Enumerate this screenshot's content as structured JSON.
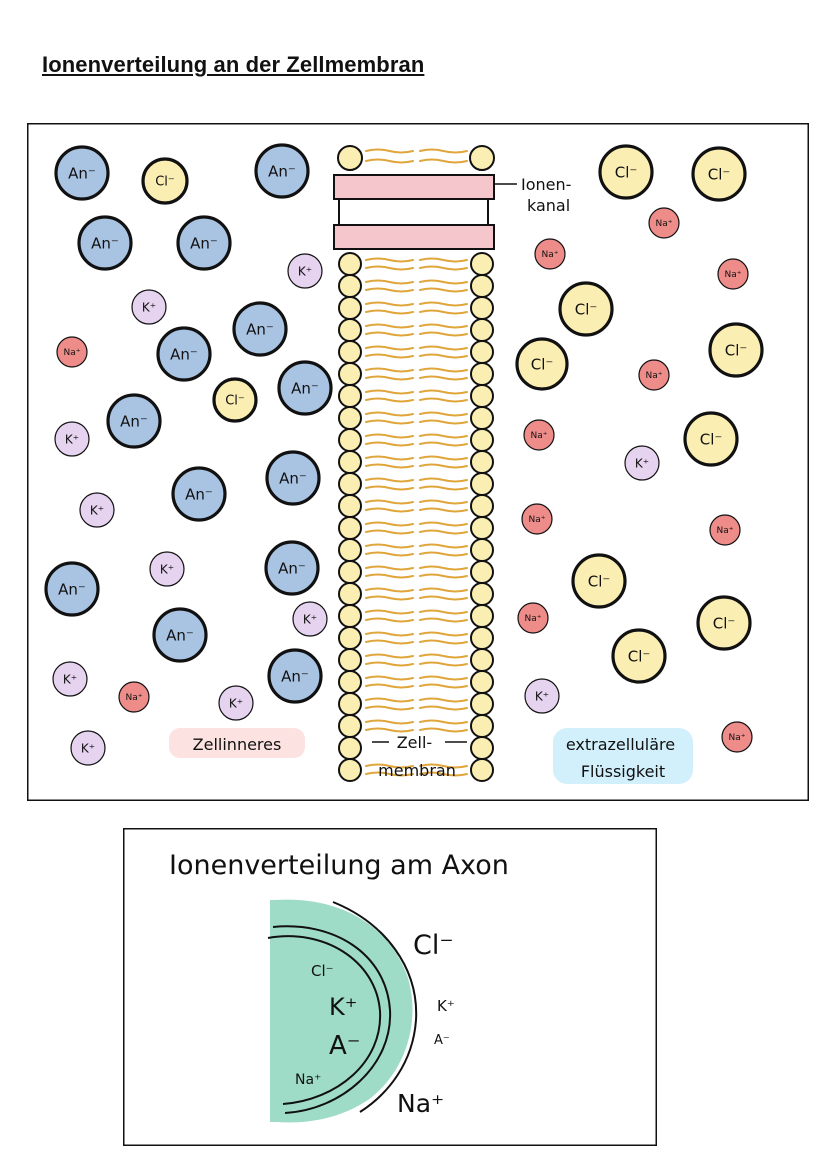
{
  "page_title": "Ionenverteilung an der Zellmembran",
  "colors": {
    "anion": "#a9c3e3",
    "chloride": "#fbeeb2",
    "sodium": "#ee8c8a",
    "potassium": "#e6d3ef",
    "lipid_head": "#fbeeb2",
    "lipid_tail": "#e0a63c",
    "channel": "#f5c7cc",
    "intra_label_bg": "#fde2e2",
    "extra_label_bg": "#d2f0fb",
    "axon_fill": "#9fdcc7"
  },
  "membrane_diagram": {
    "ion_labels": {
      "anion": "An⁻",
      "chloride": "Cl⁻",
      "sodium": "Na⁺",
      "potassium": "K⁺"
    },
    "channel_label": "Ionen-\nkanal",
    "membrane_label": "Zell-\nmembran",
    "intracellular_label": "Zellinneres",
    "extracellular_label": "extrazelluläre\nFlüssigkeit"
  },
  "axon_diagram": {
    "title": "Ionenverteilung am Axon",
    "inside_labels": [
      "Cl⁻",
      "K⁺",
      "A⁻",
      "Na⁺"
    ],
    "outside_labels": [
      "Cl⁻",
      "K⁺",
      "A⁻",
      "Na⁺"
    ]
  }
}
